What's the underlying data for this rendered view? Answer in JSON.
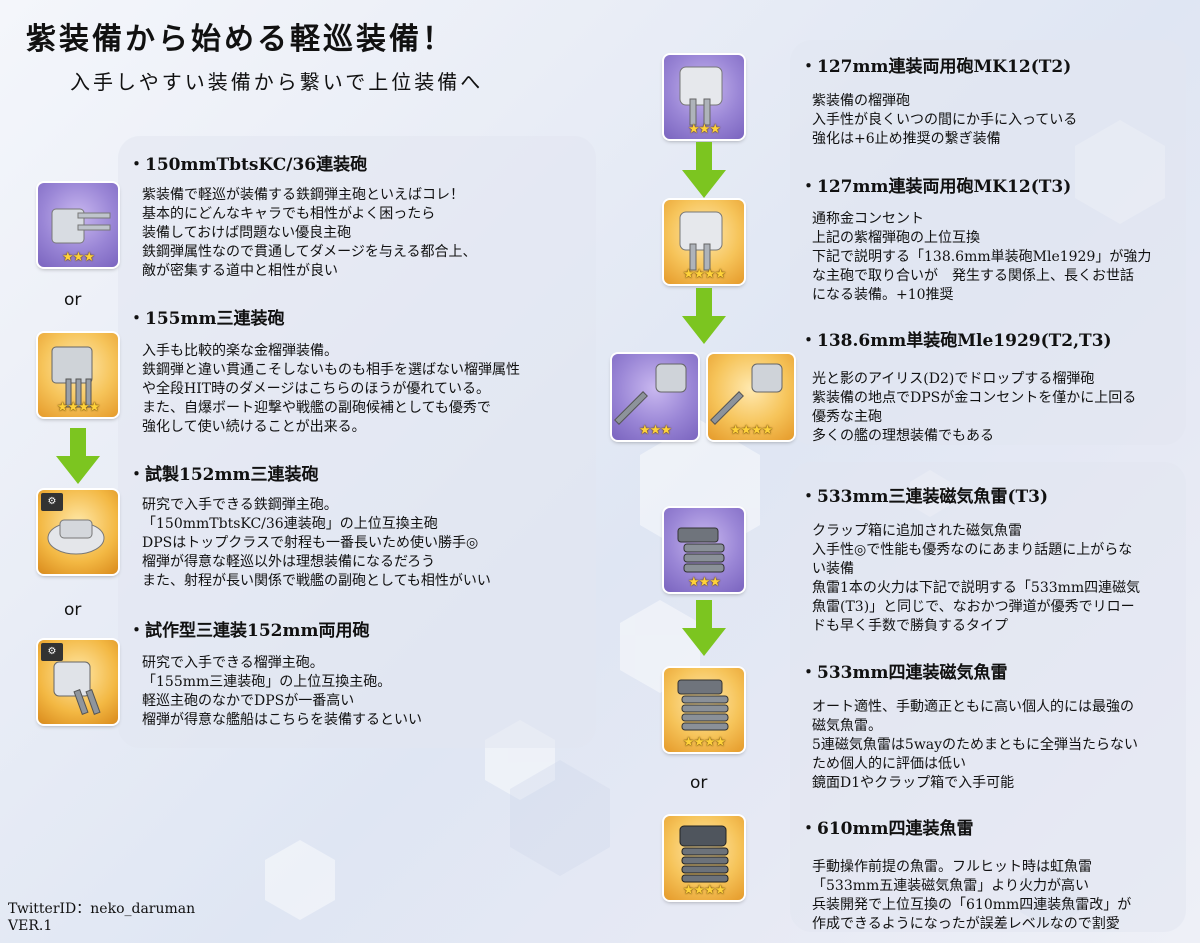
{
  "title": "紫装備から始める軽巡装備！",
  "subtitle": "入手しやすい装備から繋いで上位装備へ",
  "icons": {
    "star3": "★★★",
    "star4": "★★★★",
    "research": "⚙"
  },
  "or_label": "or",
  "left": {
    "items": [
      {
        "head": "・150mmTbtsKC/36連装砲",
        "lines": [
          "紫装備で軽巡が装備する鉄鋼弾主砲といえばコレ！",
          "基本的にどんなキャラでも相性がよく困ったら",
          "装備しておけば問題ない優良主砲",
          "鉄鋼弾属性なので貫通してダメージを与える都合上、",
          "敵が密集する道中と相性が良い"
        ]
      },
      {
        "head": "・155mm三連装砲",
        "lines": [
          "入手も比較的楽な金榴弾装備。",
          "鉄鋼弾と違い貫通こそしないものも相手を選ばない榴弾属性",
          "や全段HIT時のダメージはこちらのほうが優れている。",
          "また、自爆ボート迎撃や戦艦の副砲候補としても優秀で",
          "強化して使い続けることが出来る。"
        ]
      },
      {
        "head": "・試製152mm三連装砲",
        "lines": [
          "研究で入手できる鉄鋼弾主砲。",
          "「150mmTbtsKC/36連装砲」の上位互換主砲",
          "DPSはトップクラスで射程も一番長いため使い勝手◎",
          "榴弾が得意な軽巡以外は理想装備になるだろう",
          "また、射程が長い関係で戦艦の副砲としても相性がいい"
        ]
      },
      {
        "head": "・試作型三連装152mm両用砲",
        "lines": [
          "研究で入手できる榴弾主砲。",
          "「155mm三連装砲」の上位互換主砲。",
          "軽巡主砲のなかでDPSが一番高い",
          "榴弾が得意な艦船はこちらを装備するといい"
        ]
      }
    ]
  },
  "right_top": {
    "items": [
      {
        "head": "・127mm連装両用砲MK12(T2)",
        "lines": [
          "紫装備の榴弾砲",
          "入手性が良くいつの間にか手に入っている",
          "強化は+6止め推奨の繋ぎ装備"
        ]
      },
      {
        "head": "・127mm連装両用砲MK12(T3)",
        "lines": [
          "通称金コンセント",
          "上記の紫榴弾砲の上位互換",
          "下記で説明する「138.6mm単装砲Mle1929」が強力",
          "な主砲で取り合いが　発生する関係上、長くお世話",
          "になる装備。+10推奨"
        ]
      },
      {
        "head": "・138.6mm単装砲Mle1929(T2,T3)",
        "lines": [
          "光と影のアイリス(D2)でドロップする榴弾砲",
          "紫装備の地点でDPSが金コンセントを僅かに上回る",
          "優秀な主砲",
          "多くの艦の理想装備でもある"
        ]
      }
    ]
  },
  "right_bottom": {
    "items": [
      {
        "head": "・533mm三連装磁気魚雷(T3)",
        "lines": [
          "クラップ箱に追加された磁気魚雷",
          "入手性◎で性能も優秀なのにあまり話題に上がらな",
          "い装備",
          "魚雷1本の火力は下記で説明する「533mm四連磁気",
          "魚雷(T3)」と同じで、なおかつ弾道が優秀でリロー",
          "ドも早く手数で勝負するタイプ"
        ]
      },
      {
        "head": "・533mm四連装磁気魚雷",
        "lines": [
          "オート適性、手動適正ともに高い個人的には最強の",
          "磁気魚雷。",
          "5連磁気魚雷は5wayのためまともに全弾当たらない",
          "ため個人的に評価は低い",
          "鏡面D1やクラップ箱で入手可能"
        ]
      },
      {
        "head": "・610mm四連装魚雷",
        "lines": [
          "手動操作前提の魚雷。フルヒット時は虹魚雷",
          "「533mm五連装磁気魚雷」より火力が高い",
          "兵装開発で上位互換の「610mm四連装魚雷改」が",
          "作成できるようになったが誤差レベルなので割愛"
        ]
      }
    ]
  },
  "credit": {
    "twitter": "TwitterID：neko_daruman",
    "version": "VER.1"
  }
}
